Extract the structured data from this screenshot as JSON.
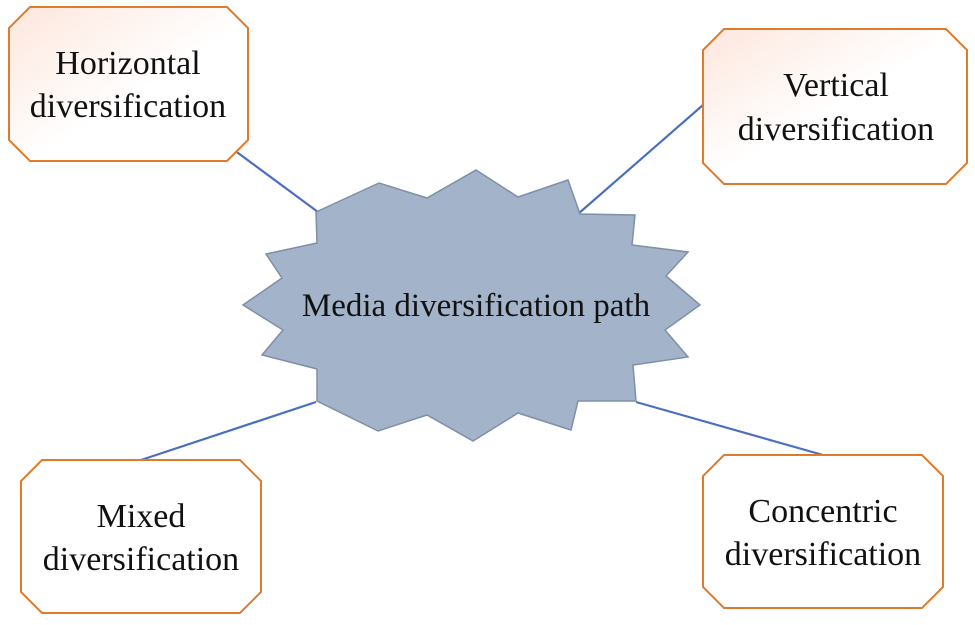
{
  "center": {
    "label": "Media diversification path",
    "fill_color": "#a3b3c9",
    "stroke_color": "#7f8fa6"
  },
  "nodes": [
    {
      "id": "horizontal",
      "lines": [
        "Horizontal",
        "diversification"
      ]
    },
    {
      "id": "vertical",
      "lines": [
        "Vertical",
        "diversification"
      ]
    },
    {
      "id": "mixed",
      "lines": [
        "Mixed",
        "diversification"
      ]
    },
    {
      "id": "concentric",
      "lines": [
        "Concentric",
        "diversification"
      ]
    }
  ],
  "colors": {
    "node_border": "#e07b2e",
    "connector": "#4a6fbf",
    "node_fill_tint": "#fde6dc"
  }
}
